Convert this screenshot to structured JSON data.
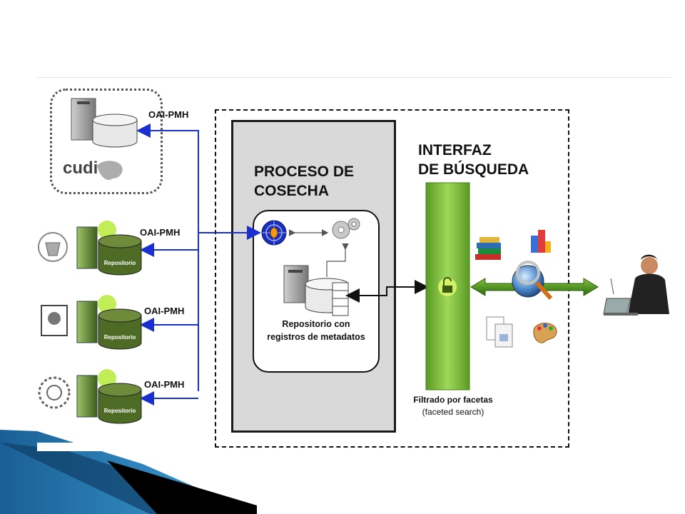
{
  "diagram": {
    "oai_labels": [
      "OAI-PMH",
      "OAI-PMH",
      "OAI-PMH",
      "OAI-PMH"
    ],
    "cudi_logo_text": "cudi",
    "repo_label": "Repositorio",
    "process_title_line1": "PROCESO DE",
    "process_title_line2": "COSECHA",
    "repo_caption_line1": "Repositorio con",
    "repo_caption_line2": "registros de metadatos",
    "interface_title_line1": "INTERFAZ",
    "interface_title_line2": "DE BÚSQUEDA",
    "facet_caption_line1": "Filtrado por facetas",
    "facet_caption_line2": "(faceted search)"
  },
  "colors": {
    "connector_blue": "#1a2fd0",
    "green_bar": "#7fc23a",
    "process_gray": "#d9d9d9",
    "slide_blue": "#1d6fa8"
  }
}
